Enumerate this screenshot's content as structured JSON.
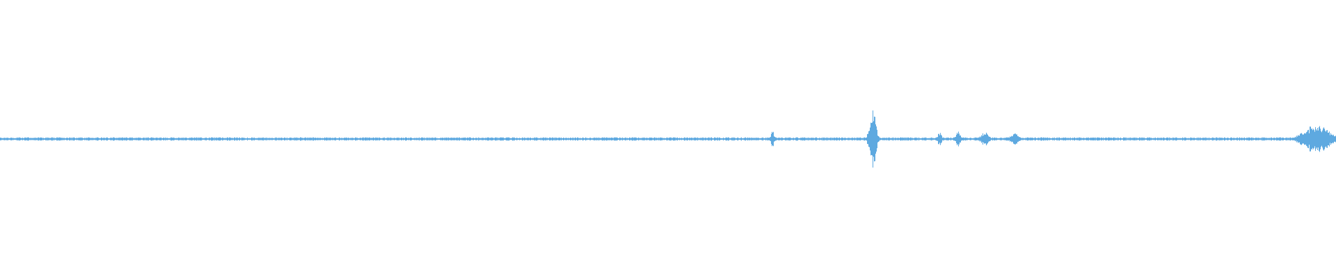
{
  "waveform": {
    "color": "#5ea9e0",
    "baseline_amplitude": 0.012,
    "events": [
      {
        "position": 0.578,
        "peak": 0.07,
        "spread": 0.0015
      },
      {
        "position": 0.653,
        "peak": 0.22,
        "spread": 0.003
      },
      {
        "position": 0.703,
        "peak": 0.05,
        "spread": 0.002
      },
      {
        "position": 0.717,
        "peak": 0.055,
        "spread": 0.0025
      },
      {
        "position": 0.737,
        "peak": 0.05,
        "spread": 0.004
      },
      {
        "position": 0.759,
        "peak": 0.045,
        "spread": 0.004
      },
      {
        "position": 0.985,
        "peak": 0.11,
        "spread": 0.012
      }
    ]
  }
}
